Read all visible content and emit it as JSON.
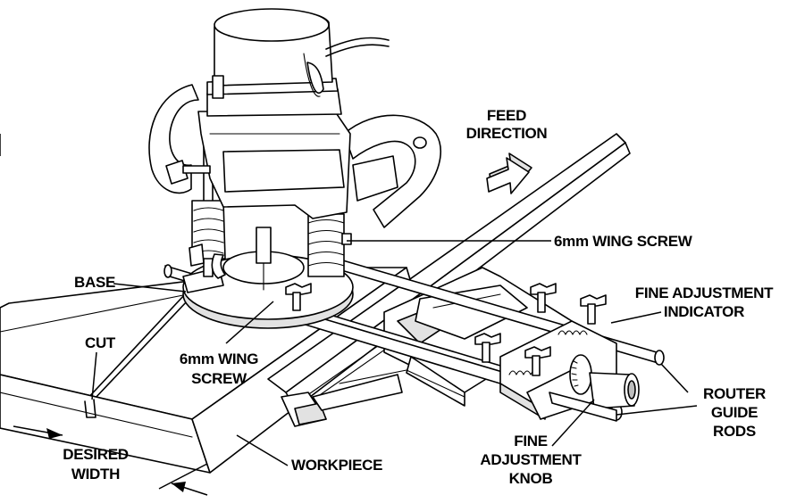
{
  "labels": {
    "feed_direction_line1": "FEED",
    "feed_direction_line2": "DIRECTION",
    "wing_screw_upper": "6mm WING SCREW",
    "base": "BASE",
    "fine_adjustment_indicator_line1": "FINE ADJUSTMENT",
    "fine_adjustment_indicator_line2": "INDICATOR",
    "cut": "CUT",
    "wing_screw_lower_line1": "6mm WING",
    "wing_screw_lower_line2": "SCREW",
    "router_guide_rods_line1": "ROUTER",
    "router_guide_rods_line2": "GUIDE",
    "router_guide_rods_line3": "RODS",
    "fine_adjustment_knob_line1": "FINE",
    "fine_adjustment_knob_line2": "ADJUSTMENT",
    "fine_adjustment_knob_line3": "KNOB",
    "desired_width_line1": "DESIRED",
    "desired_width_line2": "WIDTH",
    "workpiece": "WORKPIECE"
  },
  "colors": {
    "ink": "#000000",
    "background": "#ffffff",
    "shade_light": "#e2e2e2",
    "shade_mid": "#bdbdbd"
  }
}
